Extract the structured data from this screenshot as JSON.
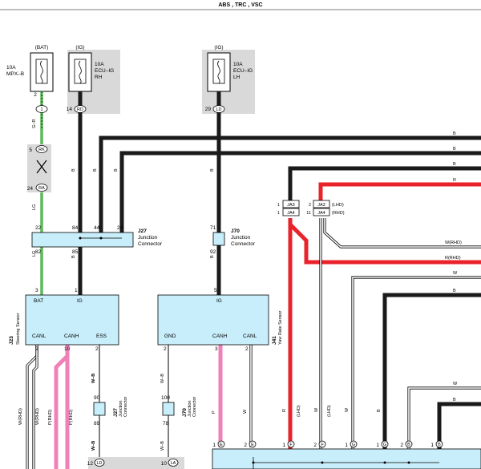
{
  "page": {
    "title": "ABS , TRC , VSC"
  },
  "fuses": [
    {
      "id": "mpxb",
      "header": "(BAT)",
      "rating": "10A",
      "name": "MPX–B",
      "pin": "2",
      "node": "1"
    },
    {
      "id": "ecuigrh",
      "header": "(IG)",
      "rating": "10A",
      "name1": "ECU–IG",
      "name2": "RH",
      "pin": "14",
      "node": "RD"
    },
    {
      "id": "ecuiglh",
      "header": "(IG)",
      "rating": "10A",
      "name1": "ECU–IG",
      "name2": "LH",
      "pin": "29",
      "node": "LD"
    }
  ],
  "splices": [
    {
      "pin": "5",
      "node": "RK"
    },
    {
      "pin": "24",
      "node": "RA"
    }
  ],
  "wire_labels": {
    "gr": "G–R",
    "lg": "LG",
    "b": "B",
    "r": "R",
    "w": "W",
    "p": "P",
    "wrhd": "W(RHD)",
    "rrhd": "R(RHD)",
    "prhd": "P(RHD)",
    "wb": "W–B",
    "lhd": "(LHD)"
  },
  "junctions": {
    "j27": {
      "code": "J27",
      "name1": "Junction",
      "name2": "Connector",
      "pins": [
        "22",
        "84",
        "44",
        "24",
        "82",
        "85"
      ]
    },
    "j70": {
      "code": "J70",
      "name1": "Junction",
      "name2": "Connector",
      "pins": [
        "71",
        "92"
      ]
    },
    "ja": {
      "rows": [
        {
          "left": "1",
          "box": "JA3",
          "right": "2",
          "box2": "JA3",
          "note": "(LHD)"
        },
        {
          "left": "1",
          "box": "JA4",
          "right": "11",
          "box2": "JA4",
          "note": "(RHD)"
        }
      ]
    },
    "j27b": {
      "code": "J27",
      "name1": "Junction",
      "name2": "Connector",
      "pins": [
        "90",
        "89"
      ]
    },
    "j70b": {
      "code": "J70",
      "name1": "Junction",
      "name2": "Connector",
      "pins": [
        "100",
        "78"
      ]
    }
  },
  "components": {
    "steering": {
      "code": "J23",
      "name": "Steering Sensor",
      "bat": "BAT",
      "ig": "IG",
      "canl": "CANL",
      "canh": "CANH",
      "ess": "ESS",
      "pins": [
        "3",
        "1",
        "9",
        "10",
        "2"
      ]
    },
    "yaw": {
      "code": "J41",
      "name": "Yaw Rate Sensor",
      "ig": "IG",
      "gnd": "GND",
      "canh": "CANH",
      "canl": "CANL",
      "pins": [
        "5",
        "2",
        "3",
        "2"
      ]
    }
  },
  "bottom_nodes": [
    {
      "pin": "12",
      "node": "LD"
    },
    {
      "pin": "10",
      "node": "LA"
    },
    {
      "pin": "1",
      "node": "E"
    },
    {
      "pin": "2",
      "node": "E"
    },
    {
      "pin": "1",
      "node": "F"
    },
    {
      "pin": "2",
      "node": "F"
    },
    {
      "pin": "1",
      "node": "G"
    },
    {
      "pin": "1",
      "node": "G"
    },
    {
      "pin": "2",
      "node": "B"
    },
    {
      "pin": "1",
      "node": "B"
    }
  ],
  "colors": {
    "black": "#1a1a1a",
    "red": "#e8232b",
    "pink": "#f080b8",
    "green": "#5cb85c",
    "comp": "#c8eefb",
    "fuse": "#d9d9d9"
  }
}
